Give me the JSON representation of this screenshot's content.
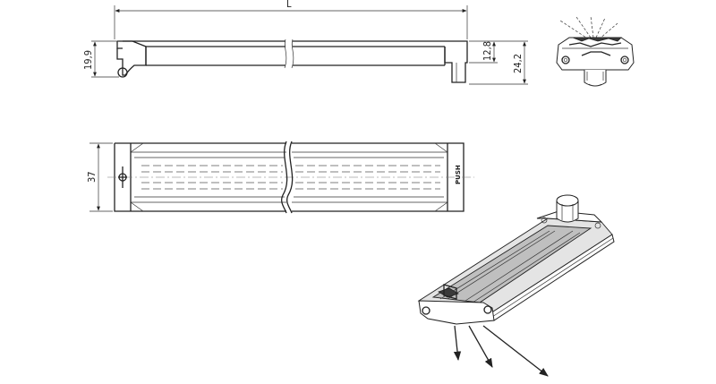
{
  "dimensions": {
    "length": "L",
    "side_height": "19,9",
    "profile_height": "12,8",
    "total_height": "24,2",
    "width": "37"
  },
  "labels": {
    "push": "PUSH"
  }
}
